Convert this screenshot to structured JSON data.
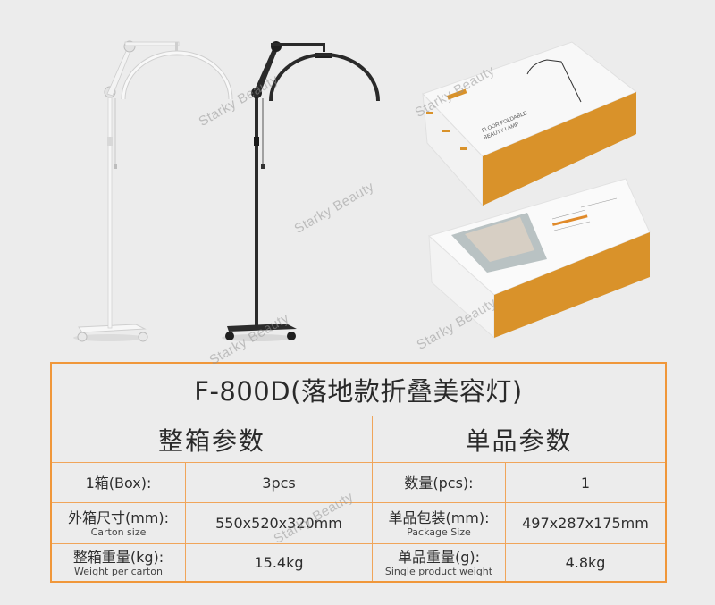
{
  "watermark_text": "Starky Beauty",
  "colors": {
    "background": "#ececec",
    "table_border": "#f0973a",
    "box_orange": "#d9922a",
    "lamp_black": "#2a2a2a",
    "lamp_white": "#f5f5f5"
  },
  "hero": {
    "lamps": [
      {
        "color": "white",
        "label": "white-floor-lamp"
      },
      {
        "color": "black",
        "label": "black-floor-lamp"
      }
    ],
    "box_top": {
      "print_line1": "FLOOR FOLDABLE",
      "print_line2": "BEAUTY LAMP"
    }
  },
  "table": {
    "title": "F-800D(落地款折叠美容灯)",
    "sections": [
      {
        "heading": "整箱参数",
        "rows": [
          {
            "label": "1箱(Box):",
            "sub": "",
            "value": "3pcs"
          },
          {
            "label": "外箱尺寸(mm):",
            "sub": "Carton size",
            "value": "550x520x320mm"
          },
          {
            "label": "整箱重量(kg):",
            "sub": "Weight per carton",
            "value": "15.4kg"
          }
        ]
      },
      {
        "heading": "单品参数",
        "rows": [
          {
            "label": "数量(pcs):",
            "sub": "",
            "value": "1"
          },
          {
            "label": "单品包装(mm):",
            "sub": "Package Size",
            "value": "497x287x175mm"
          },
          {
            "label": "单品重量(g):",
            "sub": "Single product weight",
            "value": "4.8kg"
          }
        ]
      }
    ]
  }
}
